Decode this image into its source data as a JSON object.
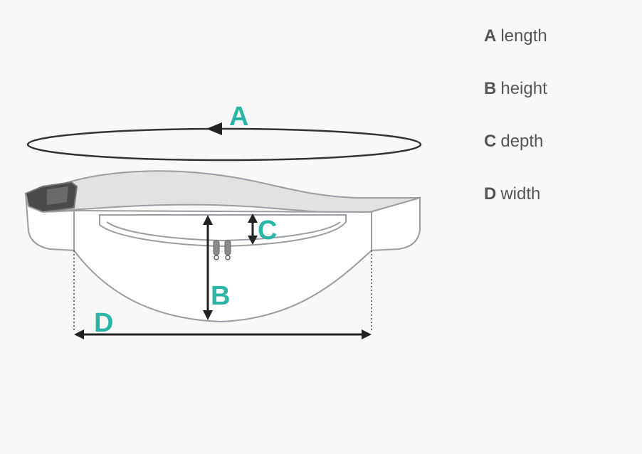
{
  "colors": {
    "background": "#f8f8f8",
    "accent": "#2bb5a6",
    "outline": "#9a9ea2",
    "strap": "#e2e2e2",
    "buckle": "#4a4a4a",
    "arrow": "#222222",
    "text": "#555555"
  },
  "diagram": {
    "dimension_letters": {
      "a": "A",
      "b": "B",
      "c": "C",
      "d": "D"
    }
  },
  "legend": {
    "items": [
      {
        "letter": "A",
        "label": "length"
      },
      {
        "letter": "B",
        "label": "height"
      },
      {
        "letter": "C",
        "label": "depth"
      },
      {
        "letter": "D",
        "label": "width"
      }
    ]
  }
}
